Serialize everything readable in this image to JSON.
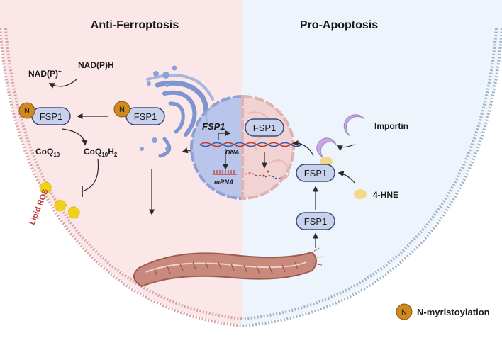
{
  "panels": {
    "left_title": "Anti-Ferroptosis",
    "right_title": "Pro-Apoptosis"
  },
  "labels": {
    "nadp_plus": "NAD(P)",
    "nadp_plus_sup": "+",
    "nadph": "NAD(P)H",
    "coq10_base": "CoQ",
    "coq10_sub": "10",
    "coq10h2_base": "CoQ",
    "coq10h2_sub": "10",
    "coq10h2_tail": "H",
    "coq10h2_sub2": "2",
    "lipid_ros": "Lipid ROS",
    "fsp1_gene": "FSP1",
    "dna": "DNA",
    "mrna": "mRNA",
    "importin": "Importin",
    "hne": "4-HNE",
    "n_letter": "N"
  },
  "proteins": {
    "fsp1": "FSP1"
  },
  "legend": {
    "n_letter": "N",
    "text": "N-myristoylation"
  },
  "colors": {
    "left_bg": "#fbe7e7",
    "right_bg": "#eef4fb",
    "membrane_left": "#d6a4a8",
    "membrane_right": "#9fb2c6",
    "fsp1_fill": "#c9d2ec",
    "fsp1_stroke": "#3e4a7a",
    "myristoyl": "#d08a1c",
    "ros": "#f1d21a",
    "mito": "#c98a7e",
    "er": "#7e95cf",
    "nucleus_left": "#b9c5ea",
    "nucleus_right": "#f1d3d3",
    "importin": "#c7a7e2",
    "hne": "#f4d88a",
    "lipid_ros_text": "#b53b3b"
  }
}
